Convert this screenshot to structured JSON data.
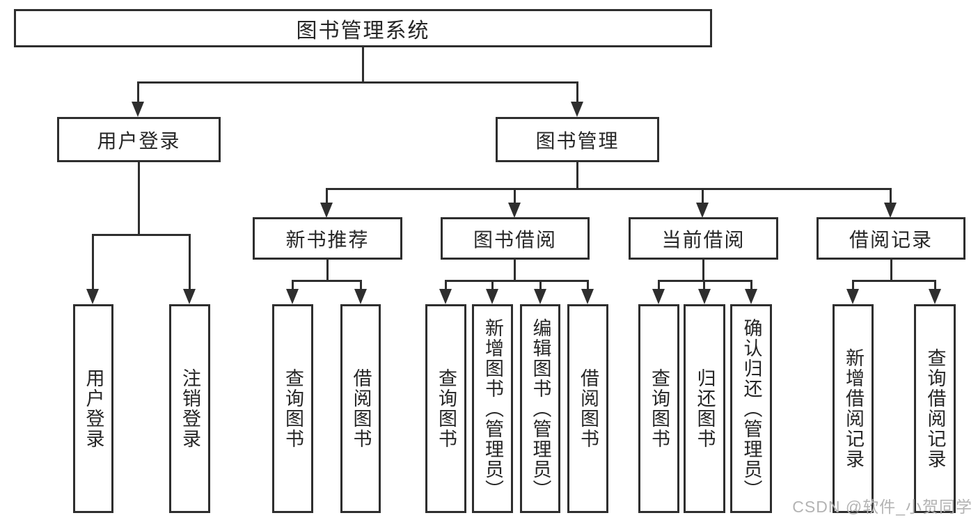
{
  "diagram": {
    "title": "图书管理系统",
    "branches": [
      {
        "label": "用户登录",
        "children": [
          {
            "label": "用户登录"
          },
          {
            "label": "注销登录"
          }
        ]
      },
      {
        "label": "图书管理",
        "children": [
          {
            "label": "新书推荐",
            "children": [
              {
                "label": "查询图书"
              },
              {
                "label": "借阅图书"
              }
            ]
          },
          {
            "label": "图书借阅",
            "children": [
              {
                "label": "查询图书"
              },
              {
                "label": "新增图书（管理员）"
              },
              {
                "label": "编辑图书（管理员）"
              },
              {
                "label": "借阅图书"
              }
            ]
          },
          {
            "label": "当前借阅",
            "children": [
              {
                "label": "查询图书"
              },
              {
                "label": "归还图书"
              },
              {
                "label": "确认归还（管理员）"
              }
            ]
          },
          {
            "label": "借阅记录",
            "children": [
              {
                "label": "新增借阅记录"
              },
              {
                "label": "查询借阅记录"
              }
            ]
          }
        ]
      }
    ]
  },
  "watermark": "CSDN @软件_小贺同学",
  "colors": {
    "line": "#2e2e2e",
    "text": "#262626",
    "watermark": "#b3b3b3",
    "box_bg": "#ffffff"
  }
}
